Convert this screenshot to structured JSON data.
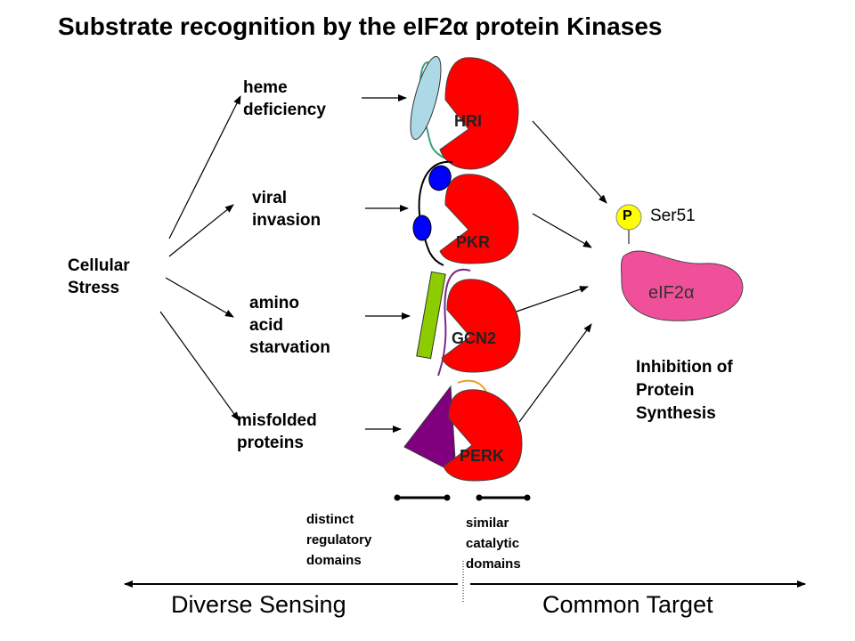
{
  "title_main": "Substrate recognition by the eIF2",
  "title_greek": "α",
  "title_end": " protein Kinases",
  "cellular_stress": [
    "Cellular",
    "Stress"
  ],
  "stresses": [
    {
      "lines": [
        "heme",
        "deficiency"
      ]
    },
    {
      "lines": [
        "viral",
        "invasion"
      ]
    },
    {
      "lines": [
        "amino",
        "acid",
        "starvation"
      ]
    },
    {
      "lines": [
        "misfolded",
        "proteins"
      ]
    }
  ],
  "kinases": [
    "HRI",
    "PKR",
    "GCN2",
    "PERK"
  ],
  "target": {
    "phospho": "P",
    "site": "Ser51",
    "name": "eIF2",
    "greek": "α"
  },
  "outcome": [
    "Inhibition of",
    "Protein",
    "Synthesis"
  ],
  "domains": {
    "distinct": [
      "distinct",
      "regulatory",
      "domains"
    ],
    "similar": [
      "similar",
      "catalytic",
      "domains"
    ]
  },
  "bottom": {
    "left": "Diverse Sensing",
    "right": "Common Target"
  },
  "colors": {
    "kinase": "#ff0000",
    "eif2": "#f0509a",
    "phospho": "#ffff00",
    "hri_domain": "#add8e6",
    "pkr_domain": "#0000ff",
    "gcn2_domain": "#8ccc00",
    "perk_domain": "#800080"
  }
}
